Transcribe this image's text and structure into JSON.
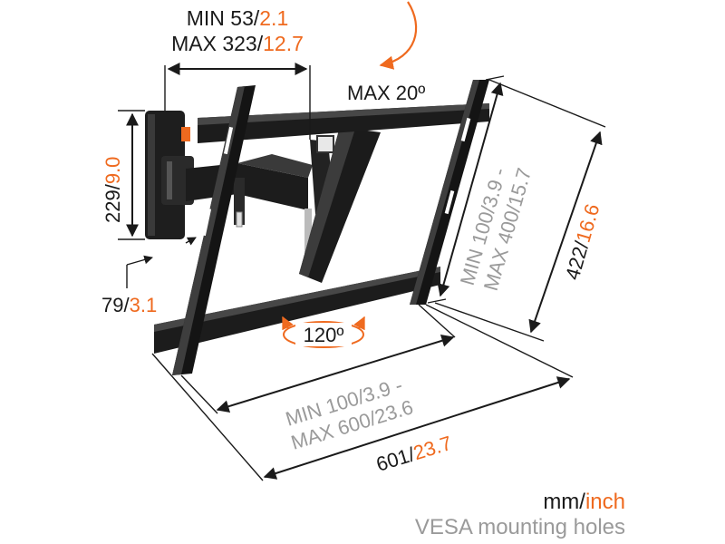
{
  "colors": {
    "text": "#1a1a1a",
    "accent": "#ef6a1f",
    "muted": "#9a9a9a",
    "bracket": "#202020"
  },
  "depth": {
    "min_label": "MIN 53/",
    "min_inch": "2.1",
    "max_label": "MAX 323/",
    "max_inch": "12.7"
  },
  "tilt": {
    "label": "MAX 20º"
  },
  "plate_height": {
    "mm": "229/",
    "inch": "9.0"
  },
  "plate_depth": {
    "mm": "79/",
    "inch": "3.1"
  },
  "swivel": {
    "label": "120º"
  },
  "vesa_vertical": {
    "line1": "MIN 100/3.9 -",
    "line2": "MAX 400/15.7"
  },
  "vesa_horizontal": {
    "line1": "MIN 100/3.9 -",
    "line2": "MAX 600/23.6"
  },
  "total_height": {
    "mm": "422/",
    "inch": "16.6"
  },
  "total_width": {
    "mm": "601/",
    "inch": "23.7"
  },
  "legend": {
    "mm": "mm/",
    "inch": "inch",
    "vesa": "VESA mounting holes"
  }
}
